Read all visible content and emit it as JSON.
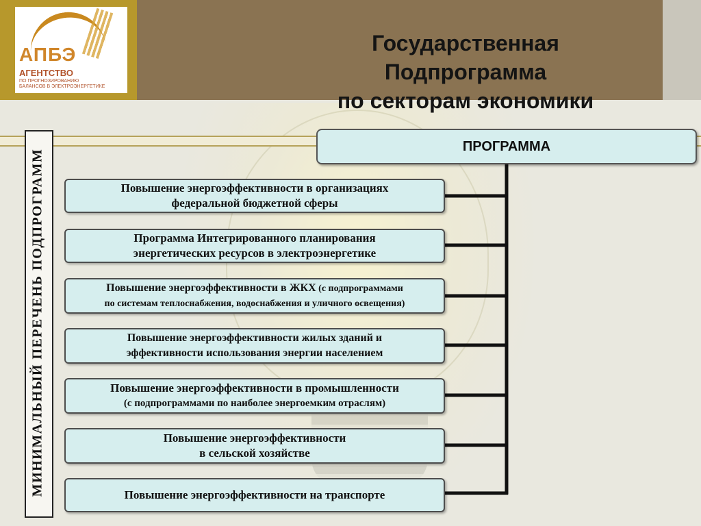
{
  "logo": {
    "abbr": "АПБЭ",
    "name": "АГЕНТСТВО",
    "sub1": "ПО ПРОГНОЗИРОВАНИЮ",
    "sub2": "БАЛАНСОВ В ЭЛЕКТРОЭНЕРГЕТИКЕ"
  },
  "title": {
    "line1": "Государственная",
    "line2": "Подпрограмма",
    "line3": "по секторам экономики"
  },
  "vertical_label": "МИНИМАЛЬНЫЙ  ПЕРЕЧЕНЬ  ПОДПРОГРАММ",
  "program_label": "ПРОГРАММА",
  "subprograms": [
    {
      "line1": "Повышение энергоэффективности в организациях",
      "line2": "федеральной бюджетной сферы"
    },
    {
      "line1": "Программа Интегрированного планирования",
      "line2": "энергетических ресурсов в электроэнергетике"
    },
    {
      "line1a": "Повышение энергоэффективности в ЖКХ",
      "line1b": " (с подпрограммами",
      "line2": "по системам теплоснабжения, водоснабжения и уличного освещения)"
    },
    {
      "line1": "Повышение энергоэффективности жилых зданий и",
      "line2": "эффективности использования энергии населением"
    },
    {
      "line1": "Повышение энергоэффективности в промышленности",
      "line2": "(с подпрограммами по наиболее энергоемким отраслям)"
    },
    {
      "line1": "Повышение энергоэффективности",
      "line2": "в сельской хозяйстве"
    },
    {
      "line1": "Повышение энергоэффективности на транспорте"
    }
  ]
}
